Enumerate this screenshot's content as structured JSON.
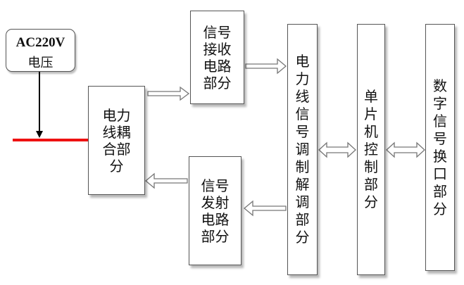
{
  "source": {
    "line1": "AC220V",
    "line2": "电压"
  },
  "blocks": {
    "coupling": "电力\n线耦\n合部\n分",
    "receiver": "信号\n接收\n电路\n部分",
    "transmitter": "信号\n发射\n电路\n部分",
    "modem": "电\n力\n线\n信\n号\n调\n制\n解\n调\n部\n分",
    "mcu": "单\n片\n机\n控\n制\n部\n分",
    "interface": "数\n字\n信\n号\n换\n口\n部\n分"
  },
  "colors": {
    "power_line": "#ee1111",
    "border": "#555555"
  }
}
